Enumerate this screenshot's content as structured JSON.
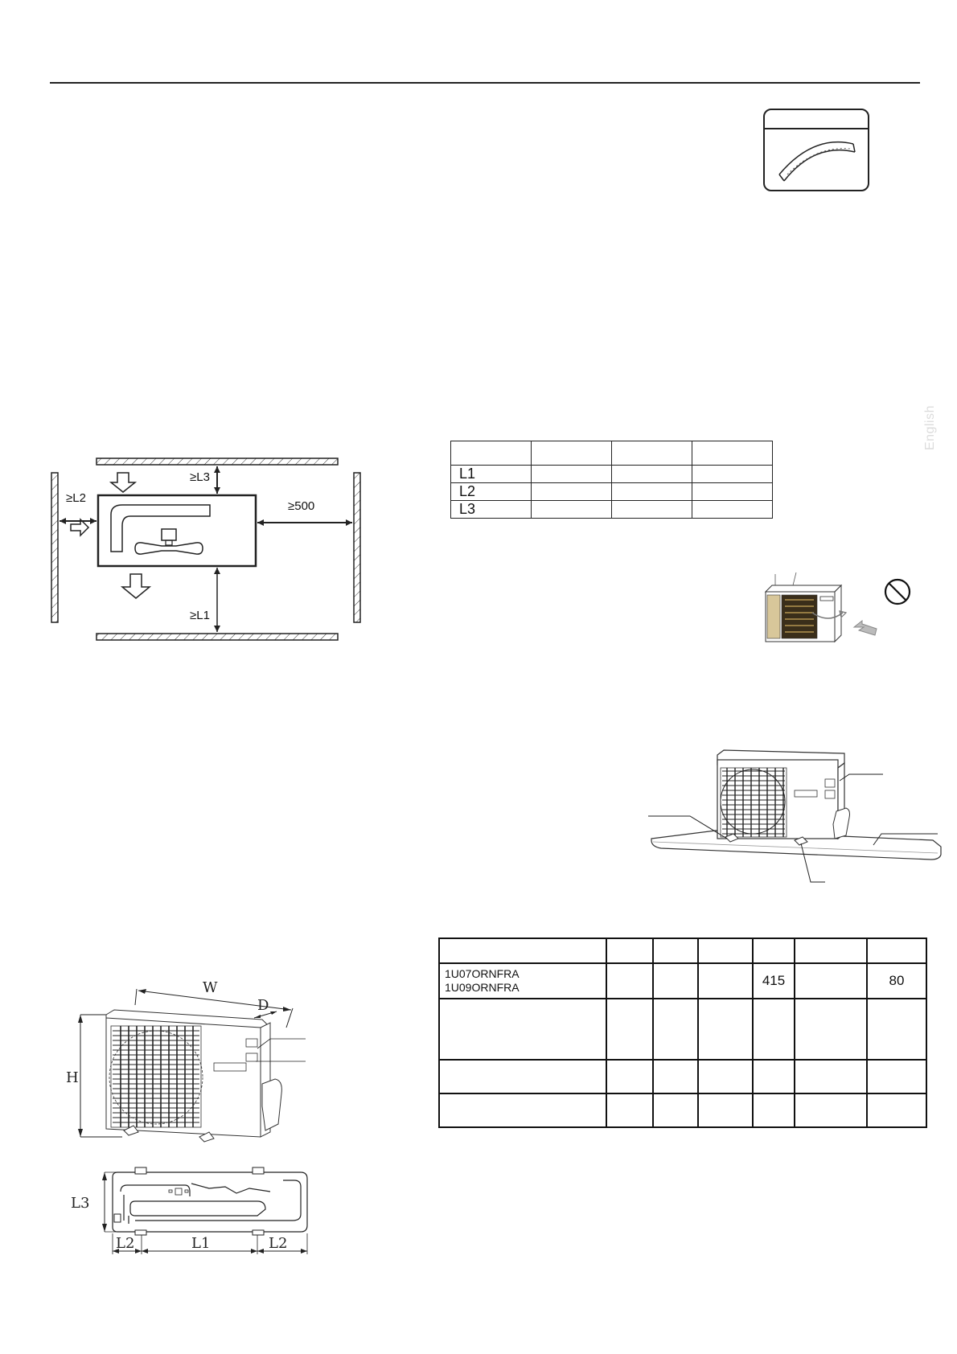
{
  "page": {
    "side_tag": "English"
  },
  "clearance_diagram": {
    "labels": {
      "l2": "≥L2",
      "l3": "≥L3",
      "right": "≥500",
      "l1": "≥L1"
    }
  },
  "clearance_table": {
    "header": [
      "",
      "",
      "",
      ""
    ],
    "rows": [
      {
        "label": "L1",
        "values": [
          "",
          "",
          ""
        ]
      },
      {
        "label": "L2",
        "values": [
          "",
          "",
          ""
        ]
      },
      {
        "label": "L3",
        "values": [
          "",
          "",
          ""
        ]
      }
    ]
  },
  "unit_dimension_diagram": {
    "labels": {
      "w": "W",
      "d": "D",
      "h": "H"
    }
  },
  "base_dimension_diagram": {
    "labels": {
      "l1": "L1",
      "l2_left": "L2",
      "l2_right": "L2",
      "l3": "L3"
    }
  },
  "spec_table": {
    "header": [
      "",
      "",
      "",
      "",
      "",
      "",
      ""
    ],
    "rows": [
      {
        "model_line1": "1U07ORNFRA",
        "model_line2": "1U09ORNFRA",
        "values": [
          "",
          "",
          "",
          "415",
          "",
          "80"
        ]
      },
      {
        "model_line1": "",
        "model_line2": "",
        "values": [
          "",
          "",
          "",
          "",
          "",
          ""
        ]
      },
      {
        "model_line1": "",
        "model_line2": "",
        "values": [
          "",
          "",
          "",
          "",
          "",
          ""
        ]
      },
      {
        "model_line1": "",
        "model_line2": "",
        "values": [
          "",
          "",
          "",
          "",
          "",
          ""
        ]
      }
    ]
  },
  "icons": {
    "tape_card": "insulation-tape-icon",
    "prohibited": "prohibited-icon"
  }
}
